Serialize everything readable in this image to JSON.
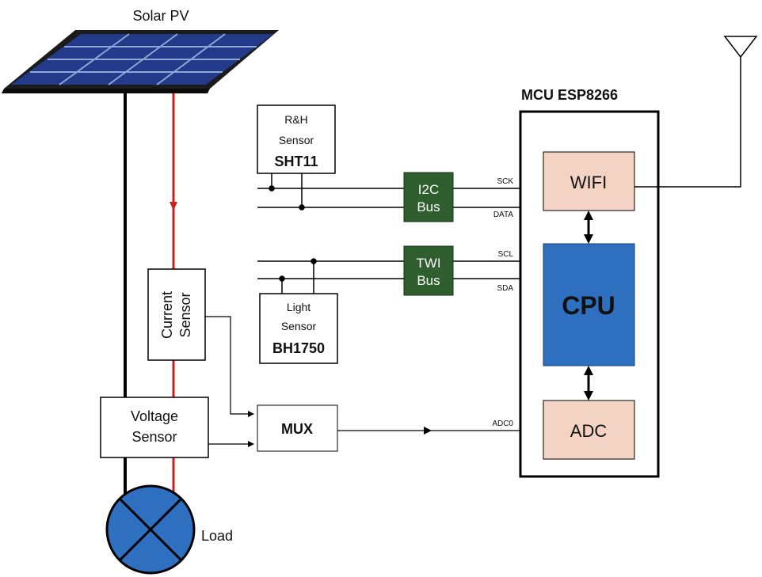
{
  "title": {
    "solar_pv": "Solar PV",
    "mcu": "MCU ESP8266"
  },
  "sensors": {
    "rh": {
      "line1": "R&H",
      "line2": "Sensor",
      "model": "SHT11"
    },
    "light": {
      "line1": "Light",
      "line2": "Sensor",
      "model": "BH1750"
    },
    "current": {
      "line1": "Current",
      "line2": "Sensor"
    },
    "voltage": {
      "line1": "Voltage",
      "line2": "Sensor"
    }
  },
  "buses": {
    "i2c": {
      "line1": "I2C",
      "line2": "Bus",
      "color": "#2e5e2e"
    },
    "twi": {
      "line1": "TWI",
      "line2": "Bus",
      "color": "#2e5e2e"
    }
  },
  "pins": {
    "sck": "SCK",
    "data": "DATA",
    "scl": "SCL",
    "sda": "SDA",
    "adc0": "ADC0"
  },
  "blocks": {
    "mux": "MUX",
    "wifi": "WIFI",
    "cpu": "CPU",
    "adc": "ADC",
    "load": "Load"
  },
  "colors": {
    "peripheral_fill": "#f3d3c3",
    "cpu_fill": "#2f6fbf",
    "load_fill": "#2f6fbf",
    "positive_wire": "#cc1f1f",
    "negative_wire": "#000000",
    "panel_cell": "#233a8a"
  }
}
